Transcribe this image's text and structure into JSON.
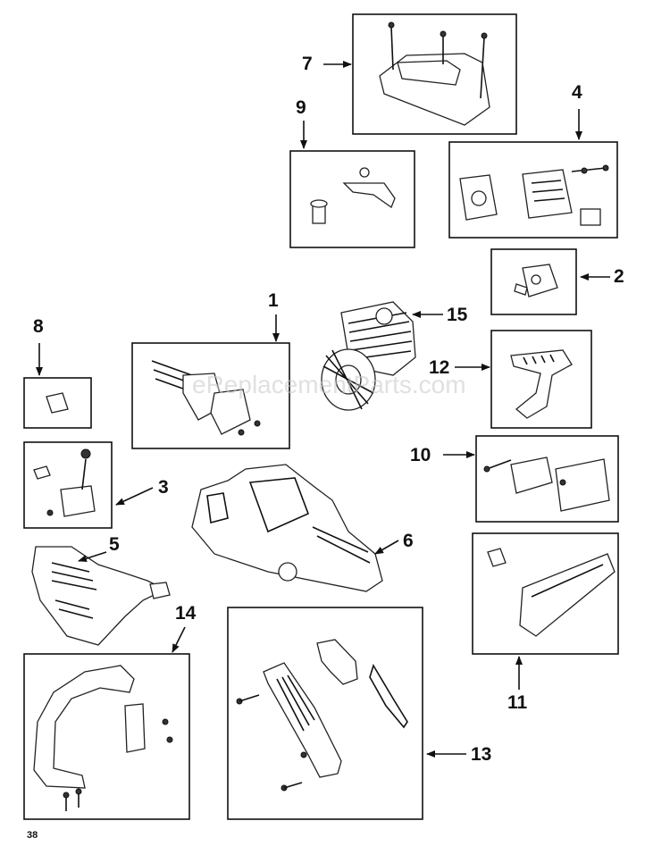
{
  "watermark": "eReplacementParts.com",
  "page_number": "38",
  "callouts": [
    "1",
    "2",
    "3",
    "4",
    "5",
    "6",
    "7",
    "8",
    "9",
    "10",
    "11",
    "12",
    "13",
    "14",
    "15"
  ],
  "colors": {
    "line": "#111111",
    "background": "#ffffff",
    "watermark": "#c8c8c8"
  }
}
